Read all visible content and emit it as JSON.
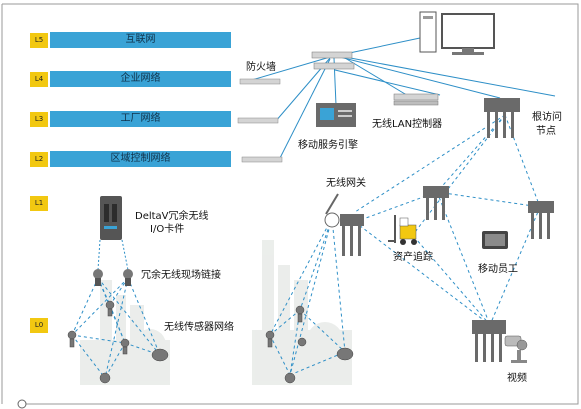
{
  "levels": [
    {
      "tag": "L5",
      "band": "互联网"
    },
    {
      "tag": "L4",
      "band": "企业网络"
    },
    {
      "tag": "L3",
      "band": "工厂网络"
    },
    {
      "tag": "L2",
      "band": "区域控制网络"
    },
    {
      "tag": "L1",
      "band": ""
    },
    {
      "tag": "L0",
      "band": ""
    }
  ],
  "labels": {
    "firewall": "防火墙",
    "mobility_engine": "移动服务引擎",
    "wlan_controller": "无线LAN控制器",
    "root_ap_line1": "根访问",
    "root_ap_line2": "节点",
    "wireless_gateway": "无线网关",
    "deltav_line1": "DeltaV冗余无线",
    "deltav_line2": "I/O卡件",
    "redundant_link": "冗余无线现场链接",
    "sensor_network": "无线传感器网络",
    "asset_tracking": "资产追踪",
    "mobile_worker": "移动员工",
    "video": "视频"
  },
  "colors": {
    "level_tag": "#f2c811",
    "band": "#3aa3d6",
    "link": "#2e8fc7",
    "device": "#555555"
  }
}
